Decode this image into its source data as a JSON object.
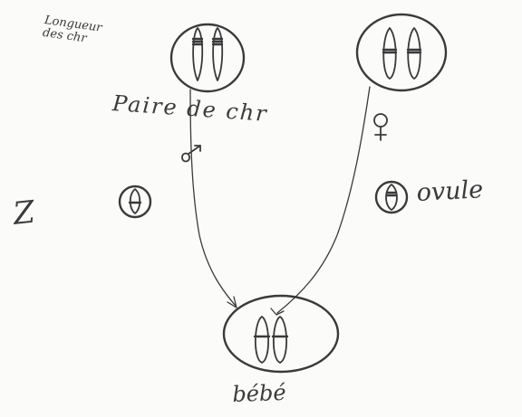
{
  "labels": {
    "top_left_note": "Longueur des chr",
    "pair_label": "Paire de chr",
    "ovule_label": "ovule",
    "baby_label": "bébé",
    "margin_mark": "Z"
  },
  "symbols": {
    "male": "male-symbol",
    "female": "female-symbol"
  },
  "colors": {
    "ink": "#3a3a3a",
    "paper": "#fbfbfa"
  }
}
